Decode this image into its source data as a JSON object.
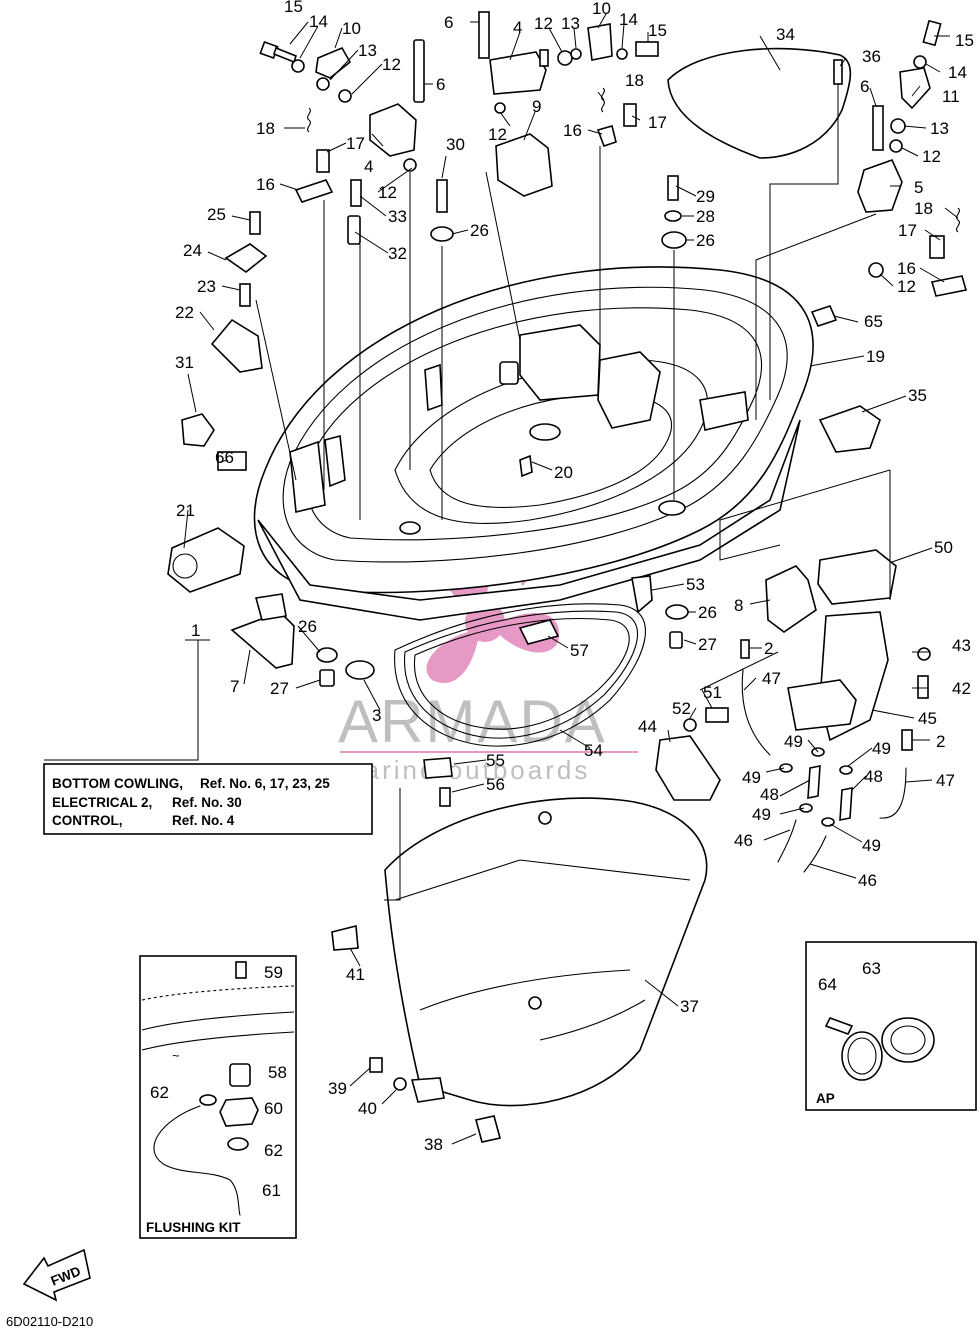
{
  "diagram_code": "6D02110-D210",
  "callout_numbers": [
    "1",
    "2",
    "3",
    "4",
    "5",
    "6",
    "7",
    "8",
    "9",
    "10",
    "11",
    "12",
    "13",
    "14",
    "15",
    "16",
    "17",
    "18",
    "19",
    "20",
    "21",
    "22",
    "23",
    "24",
    "25",
    "26",
    "27",
    "28",
    "29",
    "30",
    "31",
    "32",
    "33",
    "34",
    "35",
    "36",
    "37",
    "38",
    "39",
    "40",
    "41",
    "42",
    "43",
    "44",
    "45",
    "46",
    "47",
    "48",
    "49",
    "50",
    "51",
    "52",
    "53",
    "54",
    "55",
    "56",
    "57",
    "58",
    "59",
    "60",
    "61",
    "62",
    "63",
    "64",
    "65",
    "66"
  ],
  "reference_box": {
    "lines": [
      {
        "name": "BOTTOM COWLING,",
        "ref": "Ref. No. 6, 17, 23, 25"
      },
      {
        "name": "ELECTRICAL 2,",
        "ref": "Ref. No. 30"
      },
      {
        "name": "CONTROL,",
        "ref": "Ref. No. 4"
      }
    ]
  },
  "flushing_kit": {
    "title": "FLUSHING KIT"
  },
  "ap_box": {
    "title": "AP"
  },
  "fwd_label": "FWD",
  "watermark": {
    "brand": "ARMADA",
    "tagline": "marine outboards"
  },
  "colors": {
    "line": "#000000",
    "background": "#ffffff",
    "watermark_pink": "#e58fc0",
    "watermark_gray": "#b9b9b9"
  }
}
